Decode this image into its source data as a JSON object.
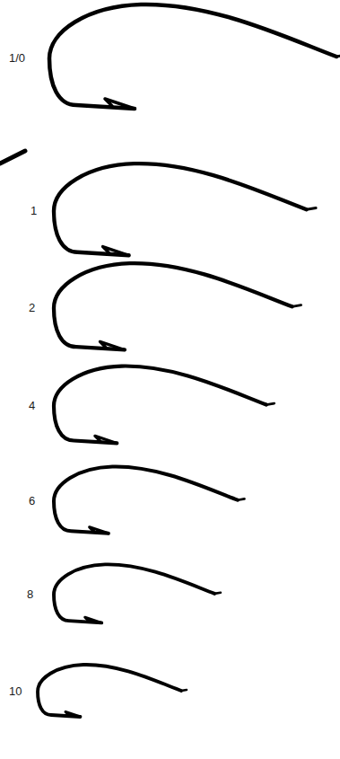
{
  "diagram": {
    "labels": [
      "1/0",
      "1",
      "2",
      "4",
      "6",
      "8",
      "10"
    ]
  }
}
